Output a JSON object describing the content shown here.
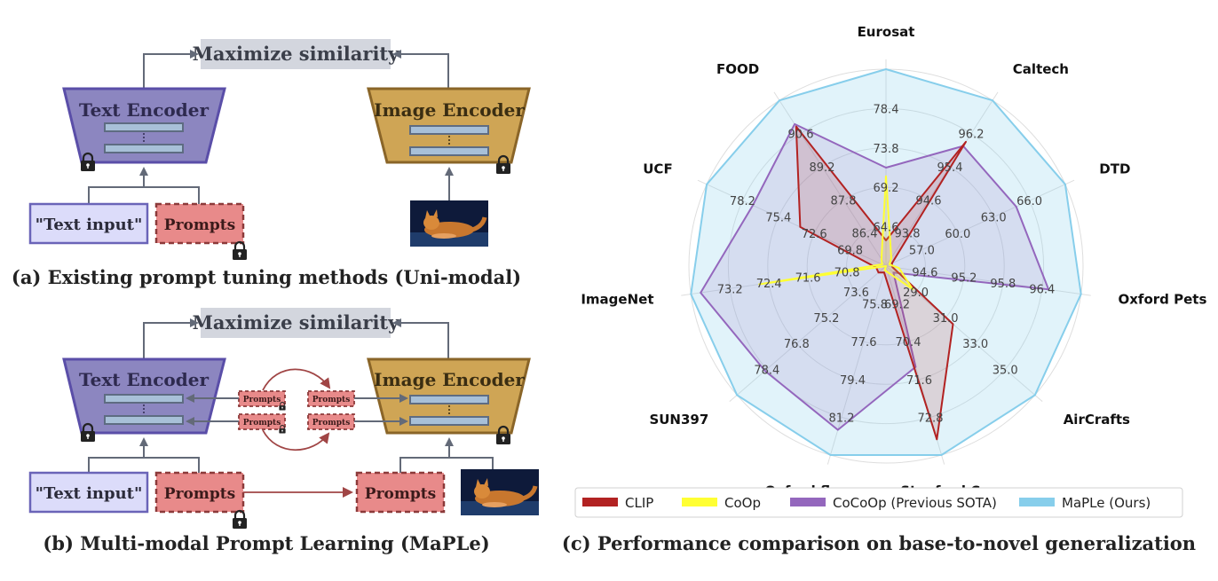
{
  "panel_a": {
    "maximize_label": "Maximize similarity",
    "text_encoder_label": "Text Encoder",
    "image_encoder_label": "Image Encoder",
    "text_input_label": "\"Text input\"",
    "prompts_label": "Prompts",
    "caption": "(a) Existing prompt tuning methods (Uni-modal)"
  },
  "panel_b": {
    "maximize_label": "Maximize similarity",
    "text_encoder_label": "Text Encoder",
    "image_encoder_label": "Image Encoder",
    "text_input_label": "\"Text input\"",
    "prompts_label": "Prompts",
    "small_prompt_label": "Prompts",
    "image_prompts_label": "Prompts",
    "caption": "(b) Multi-modal Prompt Learning (MaPLe)"
  },
  "colors": {
    "text_encoder_fill": "#8c86c0",
    "image_encoder_fill": "#cfa555",
    "prompt_fill": "#e88a8a",
    "text_input_fill": "#dcdcfa",
    "maximize_fill": "#d3d6de",
    "clip": "#b22222",
    "coop": "#ffff33",
    "cocoop": "#9467bd",
    "maple": "#87ceeb"
  },
  "chart_data": {
    "type": "radar",
    "title": "(c) Performance comparison on base-to-novel generalization",
    "axes": [
      {
        "name": "Eurosat",
        "ticks": [
          "64.6",
          "69.2",
          "73.8",
          "78.4"
        ],
        "range": [
          60.0,
          83.0
        ]
      },
      {
        "name": "Caltech",
        "ticks": [
          "93.8",
          "94.6",
          "95.4",
          "96.2"
        ],
        "range": [
          93.0,
          97.0
        ]
      },
      {
        "name": "DTD",
        "ticks": [
          "57.0",
          "60.0",
          "63.0",
          "66.0"
        ],
        "range": [
          54.0,
          69.0
        ]
      },
      {
        "name": "Oxford Pets",
        "ticks": [
          "94.6",
          "95.2",
          "95.8",
          "96.4"
        ],
        "range": [
          94.0,
          97.0
        ]
      },
      {
        "name": "AirCrafts",
        "ticks": [
          "29.0",
          "31.0",
          "33.0",
          "35.0"
        ],
        "range": [
          27.0,
          37.0
        ]
      },
      {
        "name": "Stanford Cars",
        "ticks": [
          "69.2",
          "70.4",
          "71.6",
          "72.8"
        ],
        "range": [
          68.0,
          74.0
        ]
      },
      {
        "name": "Oxford flowers",
        "ticks": [
          "75.8",
          "77.6",
          "79.4",
          "81.2"
        ],
        "range": [
          74.0,
          83.0
        ]
      },
      {
        "name": "SUN397",
        "ticks": [
          "73.6",
          "75.2",
          "76.8",
          "78.4"
        ],
        "range": [
          72.0,
          80.0
        ]
      },
      {
        "name": "ImageNet",
        "ticks": [
          "70.8",
          "71.6",
          "72.4",
          "73.2"
        ],
        "range": [
          70.0,
          74.0
        ]
      },
      {
        "name": "UCF",
        "ticks": [
          "69.8",
          "72.6",
          "75.4",
          "78.2"
        ],
        "range": [
          67.0,
          81.0
        ]
      },
      {
        "name": "FOOD",
        "ticks": [
          "86.4",
          "87.8",
          "89.2",
          "90.6"
        ],
        "range": [
          85.0,
          92.0
        ]
      }
    ],
    "series": [
      {
        "name": "CLIP",
        "values": [
          63.0,
          96.0,
          54.5,
          94.1,
          31.5,
          73.5,
          74.3,
          72.4,
          70.2,
          73.7,
          90.9
        ]
      },
      {
        "name": "CoOp",
        "values": [
          70.5,
          93.2,
          54.3,
          94.2,
          28.8,
          68.2,
          74.2,
          72.0,
          72.6,
          67.3,
          85.3
        ]
      },
      {
        "name": "CoCoOp (Previous SOTA)",
        "values": [
          71.5,
          95.9,
          64.9,
          96.5,
          27.5,
          71.2,
          81.8,
          78.5,
          73.8,
          77.4,
          91.0
        ]
      },
      {
        "name": "MaPLe (Ours)",
        "values": [
          83.0,
          97.0,
          69.0,
          97.0,
          37.0,
          74.0,
          83.0,
          80.0,
          74.0,
          81.0,
          92.0
        ]
      }
    ],
    "legend_position": "bottom",
    "grid": true
  }
}
